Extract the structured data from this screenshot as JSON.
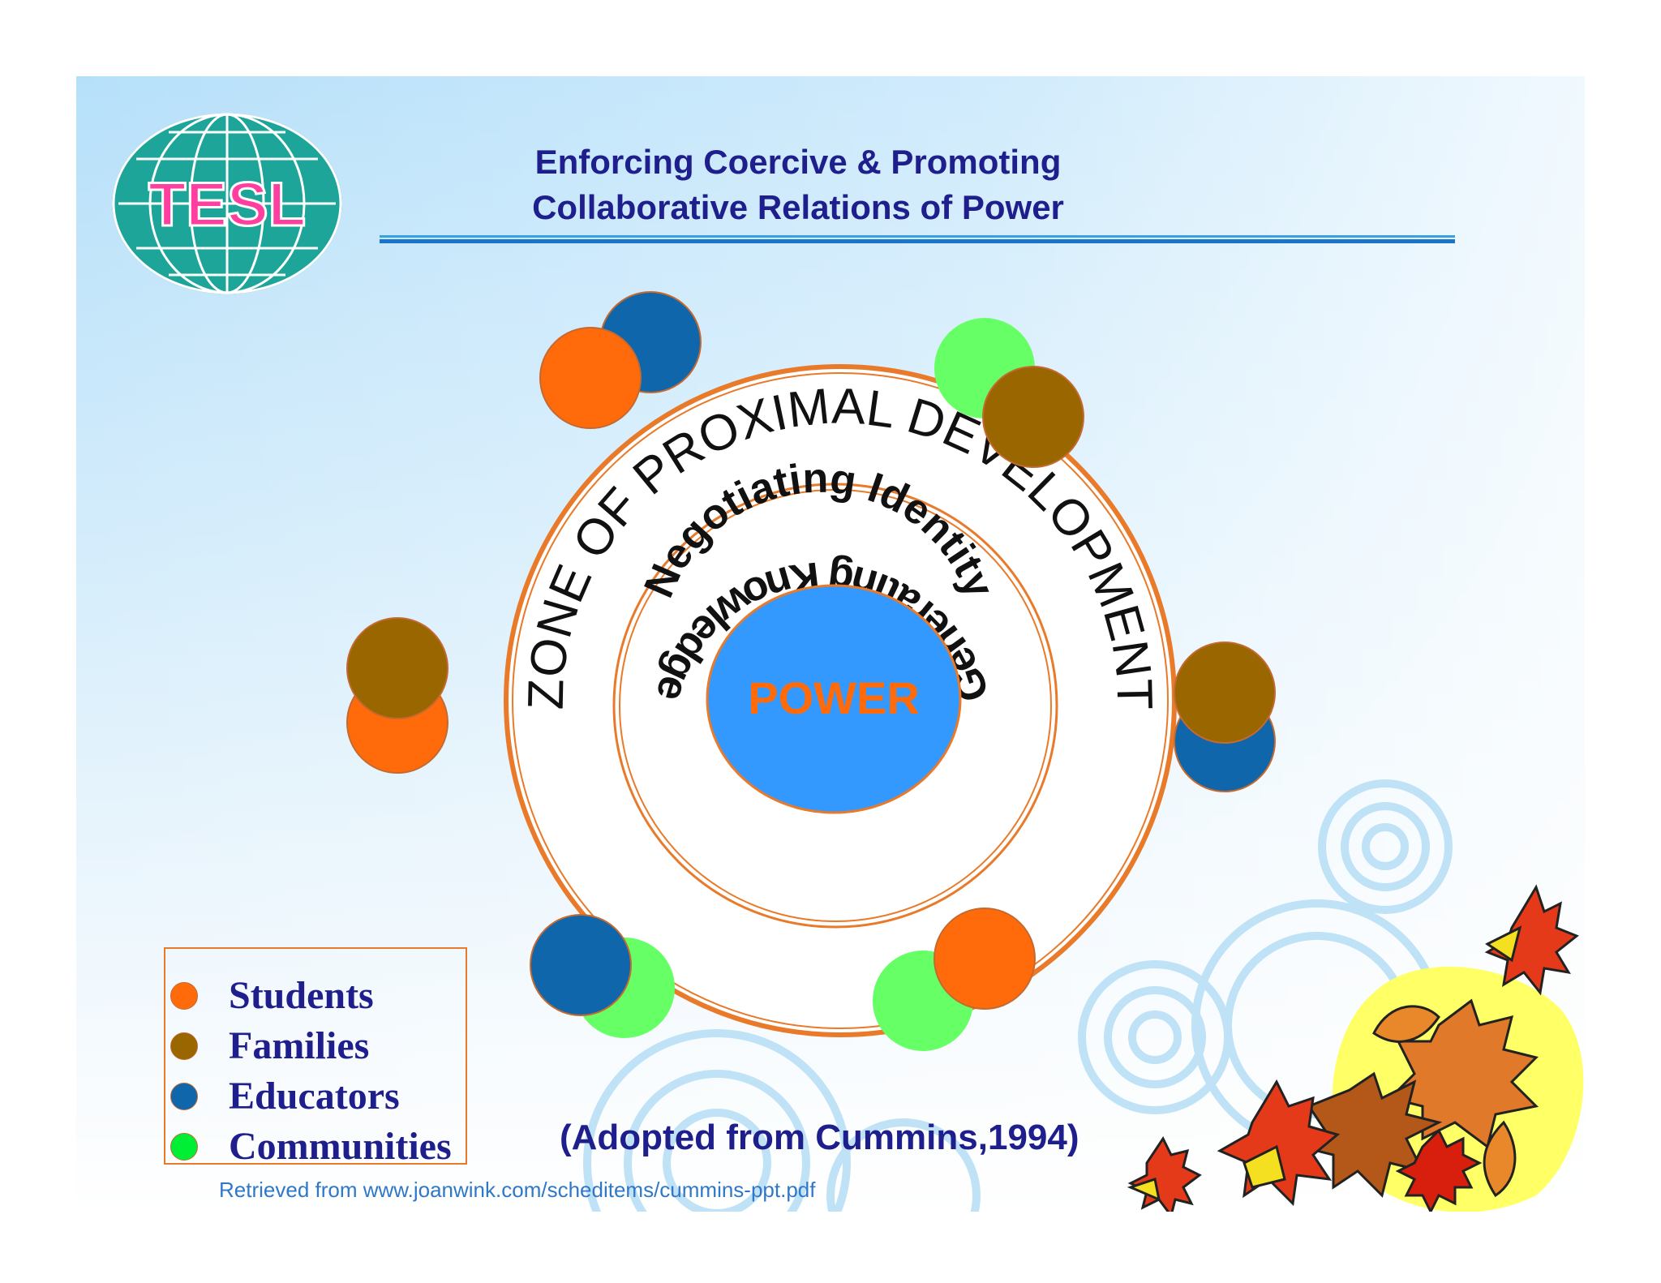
{
  "logo": {
    "text": "TESL"
  },
  "title": {
    "line1": "Enforcing Coercive & Promoting",
    "line2": "Collaborative Relations of Power"
  },
  "diagram": {
    "outer_ring_text": "ZONE OF PROXIMAL DEVELOPMENT",
    "inner_top_text": "Negotiating Identity",
    "inner_bottom_text": "Generating Knowledge",
    "center_text": "POWER"
  },
  "colors": {
    "students": "#ff6a0a",
    "families": "#996600",
    "educators": "#0f66aa",
    "communities": "#66ff66",
    "power_fill": "#3399ff",
    "power_text": "#ff6a0a",
    "ring": "#e87a2a",
    "title": "#1e1e8c"
  },
  "legend": [
    {
      "label": "Students",
      "color": "#ff6a0a"
    },
    {
      "label": "Families",
      "color": "#996600"
    },
    {
      "label": "Educators",
      "color": "#0f66aa"
    },
    {
      "label": "Communities",
      "color": "#00ee33"
    }
  ],
  "citation": "(Adopted from Cummins,1994)",
  "source": "Retrieved from www.joanwink.com/scheditems/cummins-ppt.pdf"
}
